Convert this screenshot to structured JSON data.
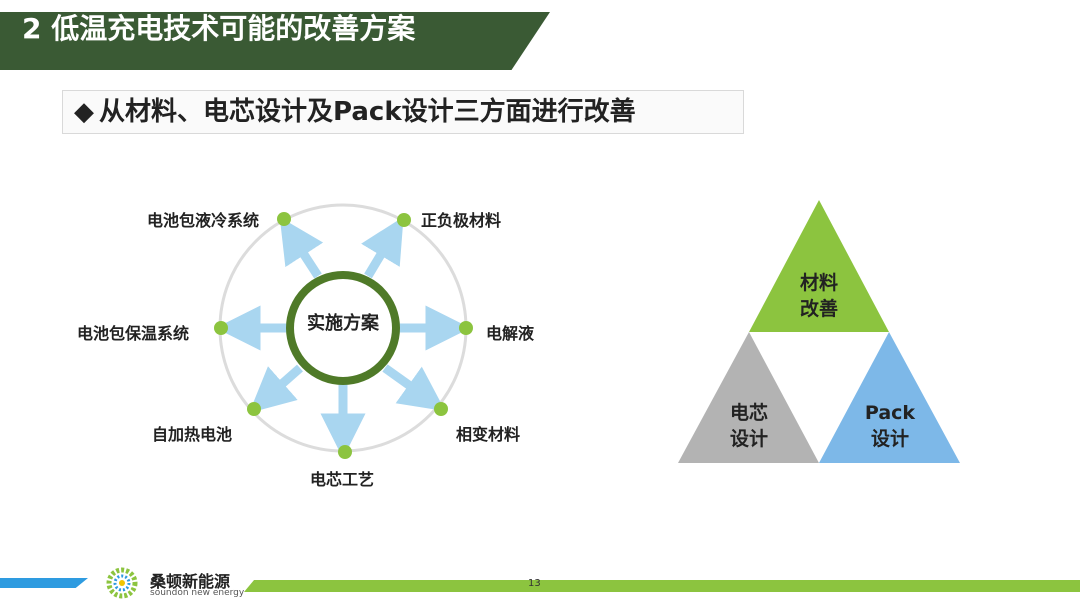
{
  "slide": {
    "title": "2 低温充电技术可能的改善方案",
    "subtitle": "从材料、电芯设计及Pack设计三方面进行改善",
    "subtitle_bullet": "◆"
  },
  "diagram": {
    "center": "实施方案",
    "nodes": [
      {
        "label": "电池包液冷系统"
      },
      {
        "label": "正负极材料"
      },
      {
        "label": "电解液"
      },
      {
        "label": "相变材料"
      },
      {
        "label": "电芯工艺"
      },
      {
        "label": "自加热电池"
      },
      {
        "label": "电池包保温系统"
      }
    ]
  },
  "triangle": {
    "top": {
      "line1": "材料",
      "line2": "改善"
    },
    "left": {
      "line1": "电芯",
      "line2": "设计"
    },
    "right": {
      "line1": "Pack",
      "line2": "设计"
    }
  },
  "footer": {
    "company": "桑顿新能源",
    "company_en": "soundon new energy",
    "page": "13"
  },
  "colors": {
    "title_bg": "#3a5a34",
    "ring": "#4f7a28",
    "node": "#8cc43f",
    "arrow": "#a9d6f0",
    "tri_green": "#8cc43f",
    "tri_gray": "#b3b3b3",
    "tri_blue": "#7db8e8",
    "footer_blue": "#2e9be0",
    "footer_green": "#8cc43f"
  }
}
